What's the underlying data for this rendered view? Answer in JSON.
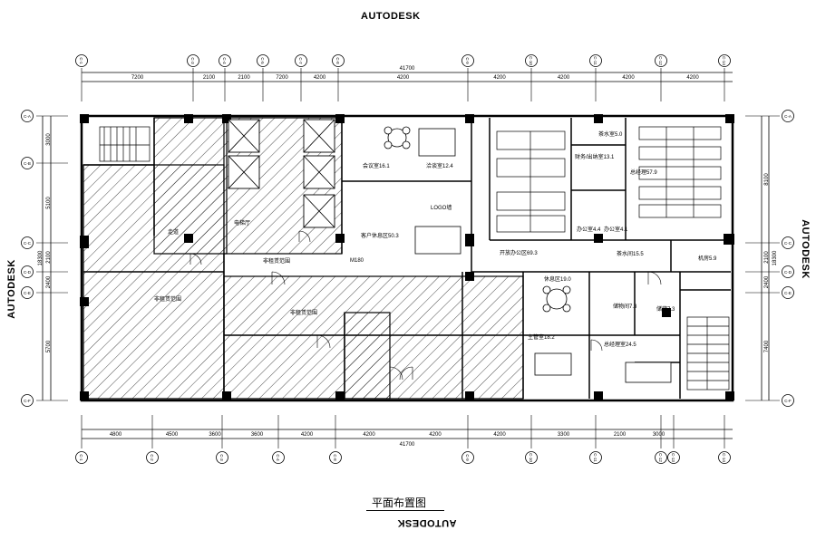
{
  "watermark": "AUTODESK",
  "title": "平面布置图",
  "top_axes": [
    "C-1",
    "C-3",
    "C-4",
    "C-5",
    "C-7",
    "C-8",
    "C-9",
    "C-10",
    "C-11",
    "C-12",
    "C-14"
  ],
  "top_spans": [
    "7200",
    "2100",
    "2100",
    "7200",
    "4200",
    "4200",
    "4200",
    "4200",
    "4200",
    "4200"
  ],
  "top_total": "41700",
  "bottom_axes": [
    "C-1",
    "C-2",
    "C-3",
    "C-4",
    "C-8",
    "C-9",
    "C-10",
    "C-11",
    "C-12",
    "C-13",
    "C-14"
  ],
  "bottom_spans": [
    "4800",
    "4500",
    "3600",
    "3600",
    "4200",
    "4200",
    "4200",
    "4200",
    "3300",
    "2100",
    "3000"
  ],
  "bottom_total": "41700",
  "left_axes": [
    "C-A",
    "C-B",
    "C-C",
    "C-D",
    "C-E",
    "C-F"
  ],
  "left_spans": [
    "3000",
    "5100",
    "2100",
    "2400",
    "5700"
  ],
  "left_total": "18300",
  "right_axes": [
    "C-A",
    "C-C",
    "C-D",
    "C-E",
    "C-F"
  ],
  "right_spans": [
    "8100",
    "2100",
    "2400",
    "7400"
  ],
  "right_total": "18300",
  "rooms": {
    "reception": "客户休息区50.3",
    "open_office": "开放办公区69.3",
    "rest_area": "休息区19.0",
    "meeting_16": "会议室16.1",
    "meeting_12": "洽谈室12.4",
    "finance": "财务/出纳室13.1",
    "manager_79": "总经理57.9",
    "lounge_155": "茶水间15.5",
    "office_182": "主管室18.2",
    "mgr_245": "总经理室24.5",
    "server": "机房5.9",
    "storage_a": "储物间7.3",
    "storage_b": "储藏7.3",
    "office_44": "办公室4.4",
    "office_41": "办公室4.1",
    "pantry": "茶水室5.0",
    "shop_a": "非租赁范围",
    "shop_b": "非租赁范围",
    "shop_c": "非租赁范围",
    "lobby": "电梯厅",
    "corridor": "走道",
    "m180": "M180",
    "logo": "LOGO墙"
  }
}
